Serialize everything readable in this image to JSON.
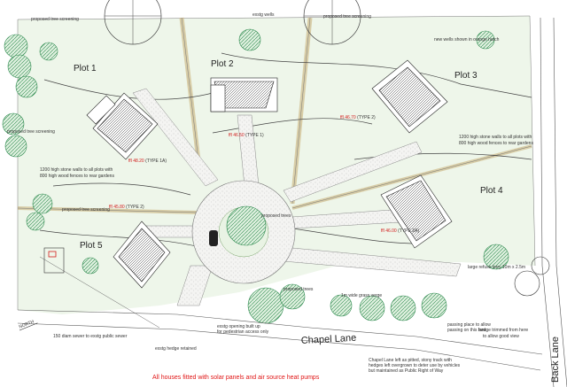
{
  "plots": [
    {
      "label": "Plot 1",
      "ffl": "ffl 48.20",
      "type": "(TYPE 1A)"
    },
    {
      "label": "Plot 2",
      "ffl": "ffl 46.50",
      "type": "(TYPE 1)"
    },
    {
      "label": "Plot 3",
      "ffl": "ffl 46.70",
      "type": "(TYPE 2)"
    },
    {
      "label": "Plot 4",
      "ffl": "ffl 46.00",
      "type": "(TYPE 2A)"
    },
    {
      "label": "Plot 5",
      "ffl": "ffl 45.80",
      "type": "(TYPE 2)"
    }
  ],
  "roads": {
    "chapel_lane": "Chapel Lane",
    "back_lane": "Back Lane"
  },
  "annotations": {
    "proposed_tree_screening": "proposed tree screening",
    "exstg_wells": "exstg wells",
    "new_wells": "new wells shown in orange hatch",
    "wall_note": "1200 high stone walls to all plots with",
    "fence_note": "800 high wood fences to rear gardens",
    "proposed_trees": "proposed trees",
    "grass_verge": "1m wide grass verge",
    "refuse_lorry": "large refuse lorry 10m x 2.5m",
    "sewer": "150 diam sewer to exstg public sewer",
    "hedge_retained": "exstg hedge retained",
    "opening_line1": "exstg opening built up",
    "opening_line2": "for pedestrian access only",
    "hedge_trimmed_line1": "hedge trimmed from here",
    "hedge_trimmed_line2": "to allow good view",
    "passing_line1": "passing place to allow",
    "passing_line2": "passing on this lane",
    "chapel_note_line1": "Chapel Lane left as pitted, stony track with",
    "chapel_note_line2": "hedges left overgrown to deter use by vehicles",
    "chapel_note_line3": "but maintained as Public Right of Way",
    "north": "NORTH"
  },
  "footer_note": "All houses fitted with solar panels and air source heat pumps",
  "colors": {
    "tree": "#2d8a4e",
    "ffl": "#d31f1f",
    "note": "#e01515",
    "lawn": "#eef6ea"
  }
}
